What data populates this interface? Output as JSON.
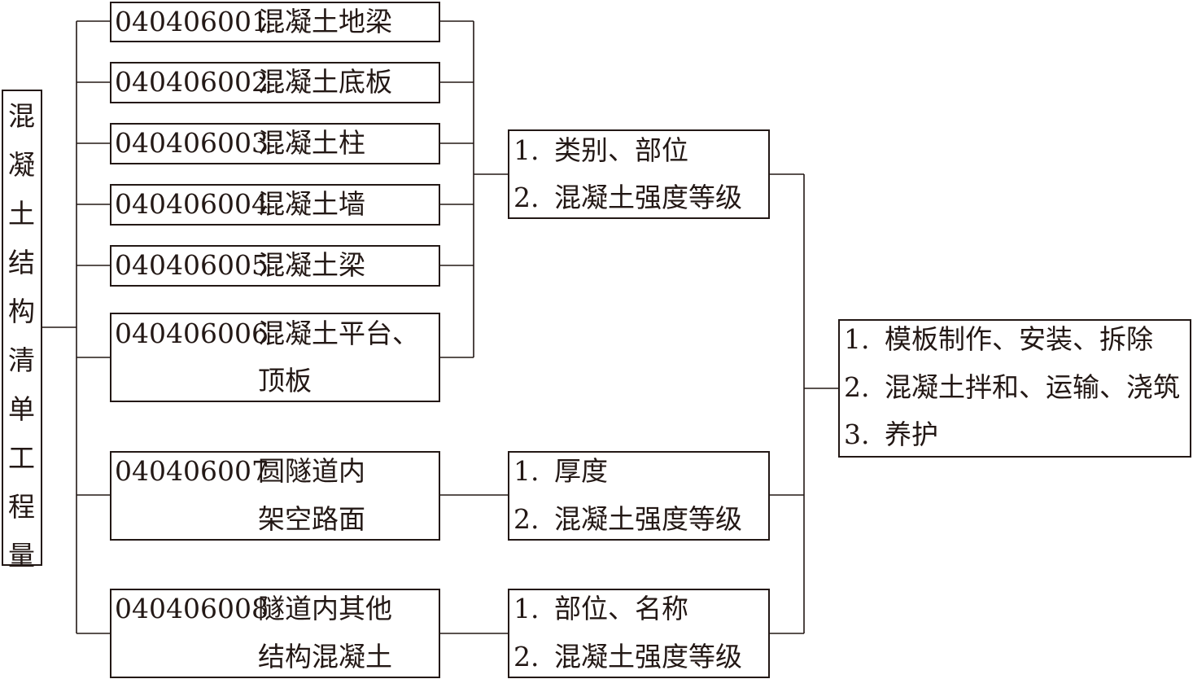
{
  "title": "混凝土结构清单工程量",
  "items": [
    {
      "code": "040406001",
      "name": "混凝土地梁",
      "cont": ""
    },
    {
      "code": "040406002",
      "name": "混凝土底板",
      "cont": ""
    },
    {
      "code": "040406003",
      "name": "混凝土柱",
      "cont": ""
    },
    {
      "code": "040406004",
      "name": "混凝土墙",
      "cont": ""
    },
    {
      "code": "040406005",
      "name": "混凝土梁",
      "cont": ""
    },
    {
      "code": "040406006",
      "name": "混凝土平台、",
      "cont": "顶板"
    },
    {
      "code": "040406007",
      "name": "圆隧道内",
      "cont": "架空路面"
    },
    {
      "code": "040406008",
      "name": "隧道内其他",
      "cont": "结构混凝土"
    }
  ],
  "features": [
    {
      "lines": [
        {
          "num": "1.",
          "text": "类别、部位"
        },
        {
          "num": "2.",
          "text": "混凝土强度等级"
        }
      ]
    },
    {
      "lines": [
        {
          "num": "1.",
          "text": "厚度"
        },
        {
          "num": "2.",
          "text": "混凝土强度等级"
        }
      ]
    },
    {
      "lines": [
        {
          "num": "1.",
          "text": "部位、名称"
        },
        {
          "num": "2.",
          "text": "混凝土强度等级"
        }
      ]
    }
  ],
  "work": [
    {
      "num": "1.",
      "text": "模板制作、安装、拆除"
    },
    {
      "num": "2.",
      "text": "混凝土拌和、运输、浇筑"
    },
    {
      "num": "3.",
      "text": "养护"
    }
  ]
}
